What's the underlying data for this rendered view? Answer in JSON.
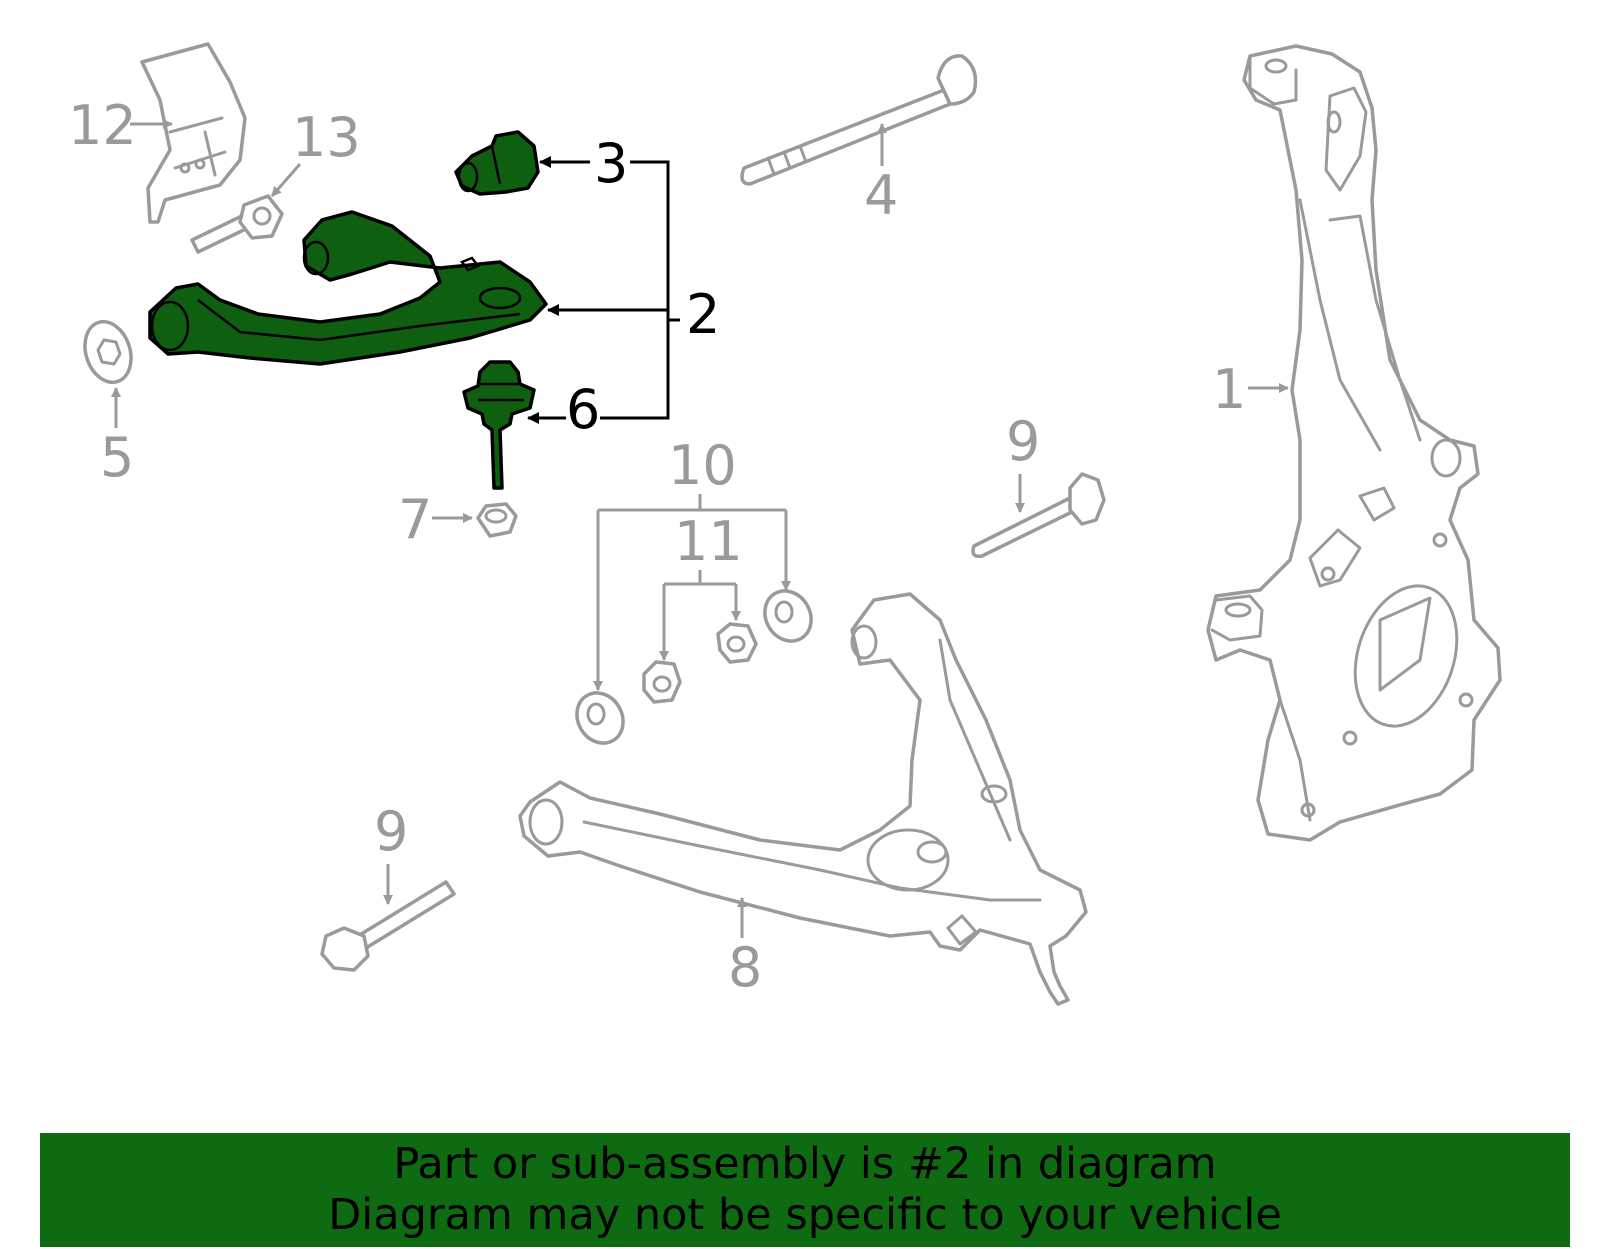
{
  "callouts": [
    {
      "number": "1",
      "color": "#9a9a9a"
    },
    {
      "number": "2",
      "color": "#000000"
    },
    {
      "number": "3",
      "color": "#000000"
    },
    {
      "number": "4",
      "color": "#9a9a9a"
    },
    {
      "number": "5",
      "color": "#9a9a9a"
    },
    {
      "number": "6",
      "color": "#000000"
    },
    {
      "number": "7",
      "color": "#9a9a9a"
    },
    {
      "number": "8",
      "color": "#9a9a9a"
    },
    {
      "number": "9",
      "color": "#9a9a9a"
    },
    {
      "number": "9",
      "color": "#9a9a9a"
    },
    {
      "number": "10",
      "color": "#9a9a9a"
    },
    {
      "number": "11",
      "color": "#9a9a9a"
    },
    {
      "number": "12",
      "color": "#9a9a9a"
    },
    {
      "number": "13",
      "color": "#9a9a9a"
    }
  ],
  "highlight_color": "#0f5f10",
  "banner": {
    "line1": "Part or sub-assembly is #2 in diagram",
    "line2": "Diagram may not be specific to your vehicle",
    "background": "#0f6b11"
  }
}
